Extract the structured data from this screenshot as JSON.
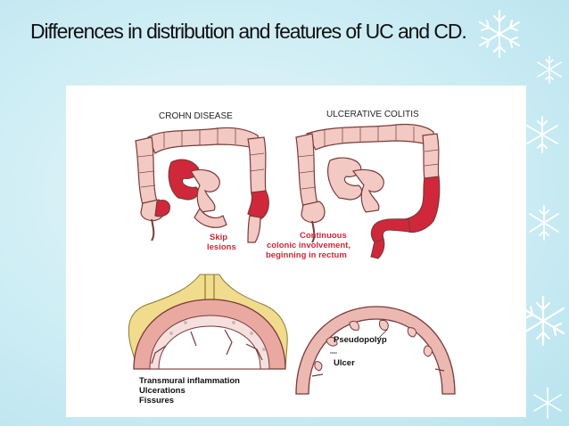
{
  "slide": {
    "title": "Differences in distribution and features of UC and CD."
  },
  "figure": {
    "crohn_label": "CROHN DISEASE",
    "uc_label": "ULCERATIVE COLITIS",
    "skip_lesions": [
      "Skip",
      "lesions"
    ],
    "continuous": [
      "Continuous",
      "colonic involvement,",
      "beginning in rectum"
    ],
    "pseudopolyp": "Pseudopolyp",
    "ulcer": "Ulcer",
    "crohn_features": [
      "Transmural inflammation",
      "Ulcerations",
      "Fissures"
    ]
  },
  "colors": {
    "background": "#cdedf4",
    "bowel_pink": "#f2c9c3",
    "lesion_red": "#d0283a",
    "mesentery_yellow": "#f0dc8c",
    "snowflake": "#ffffff"
  }
}
